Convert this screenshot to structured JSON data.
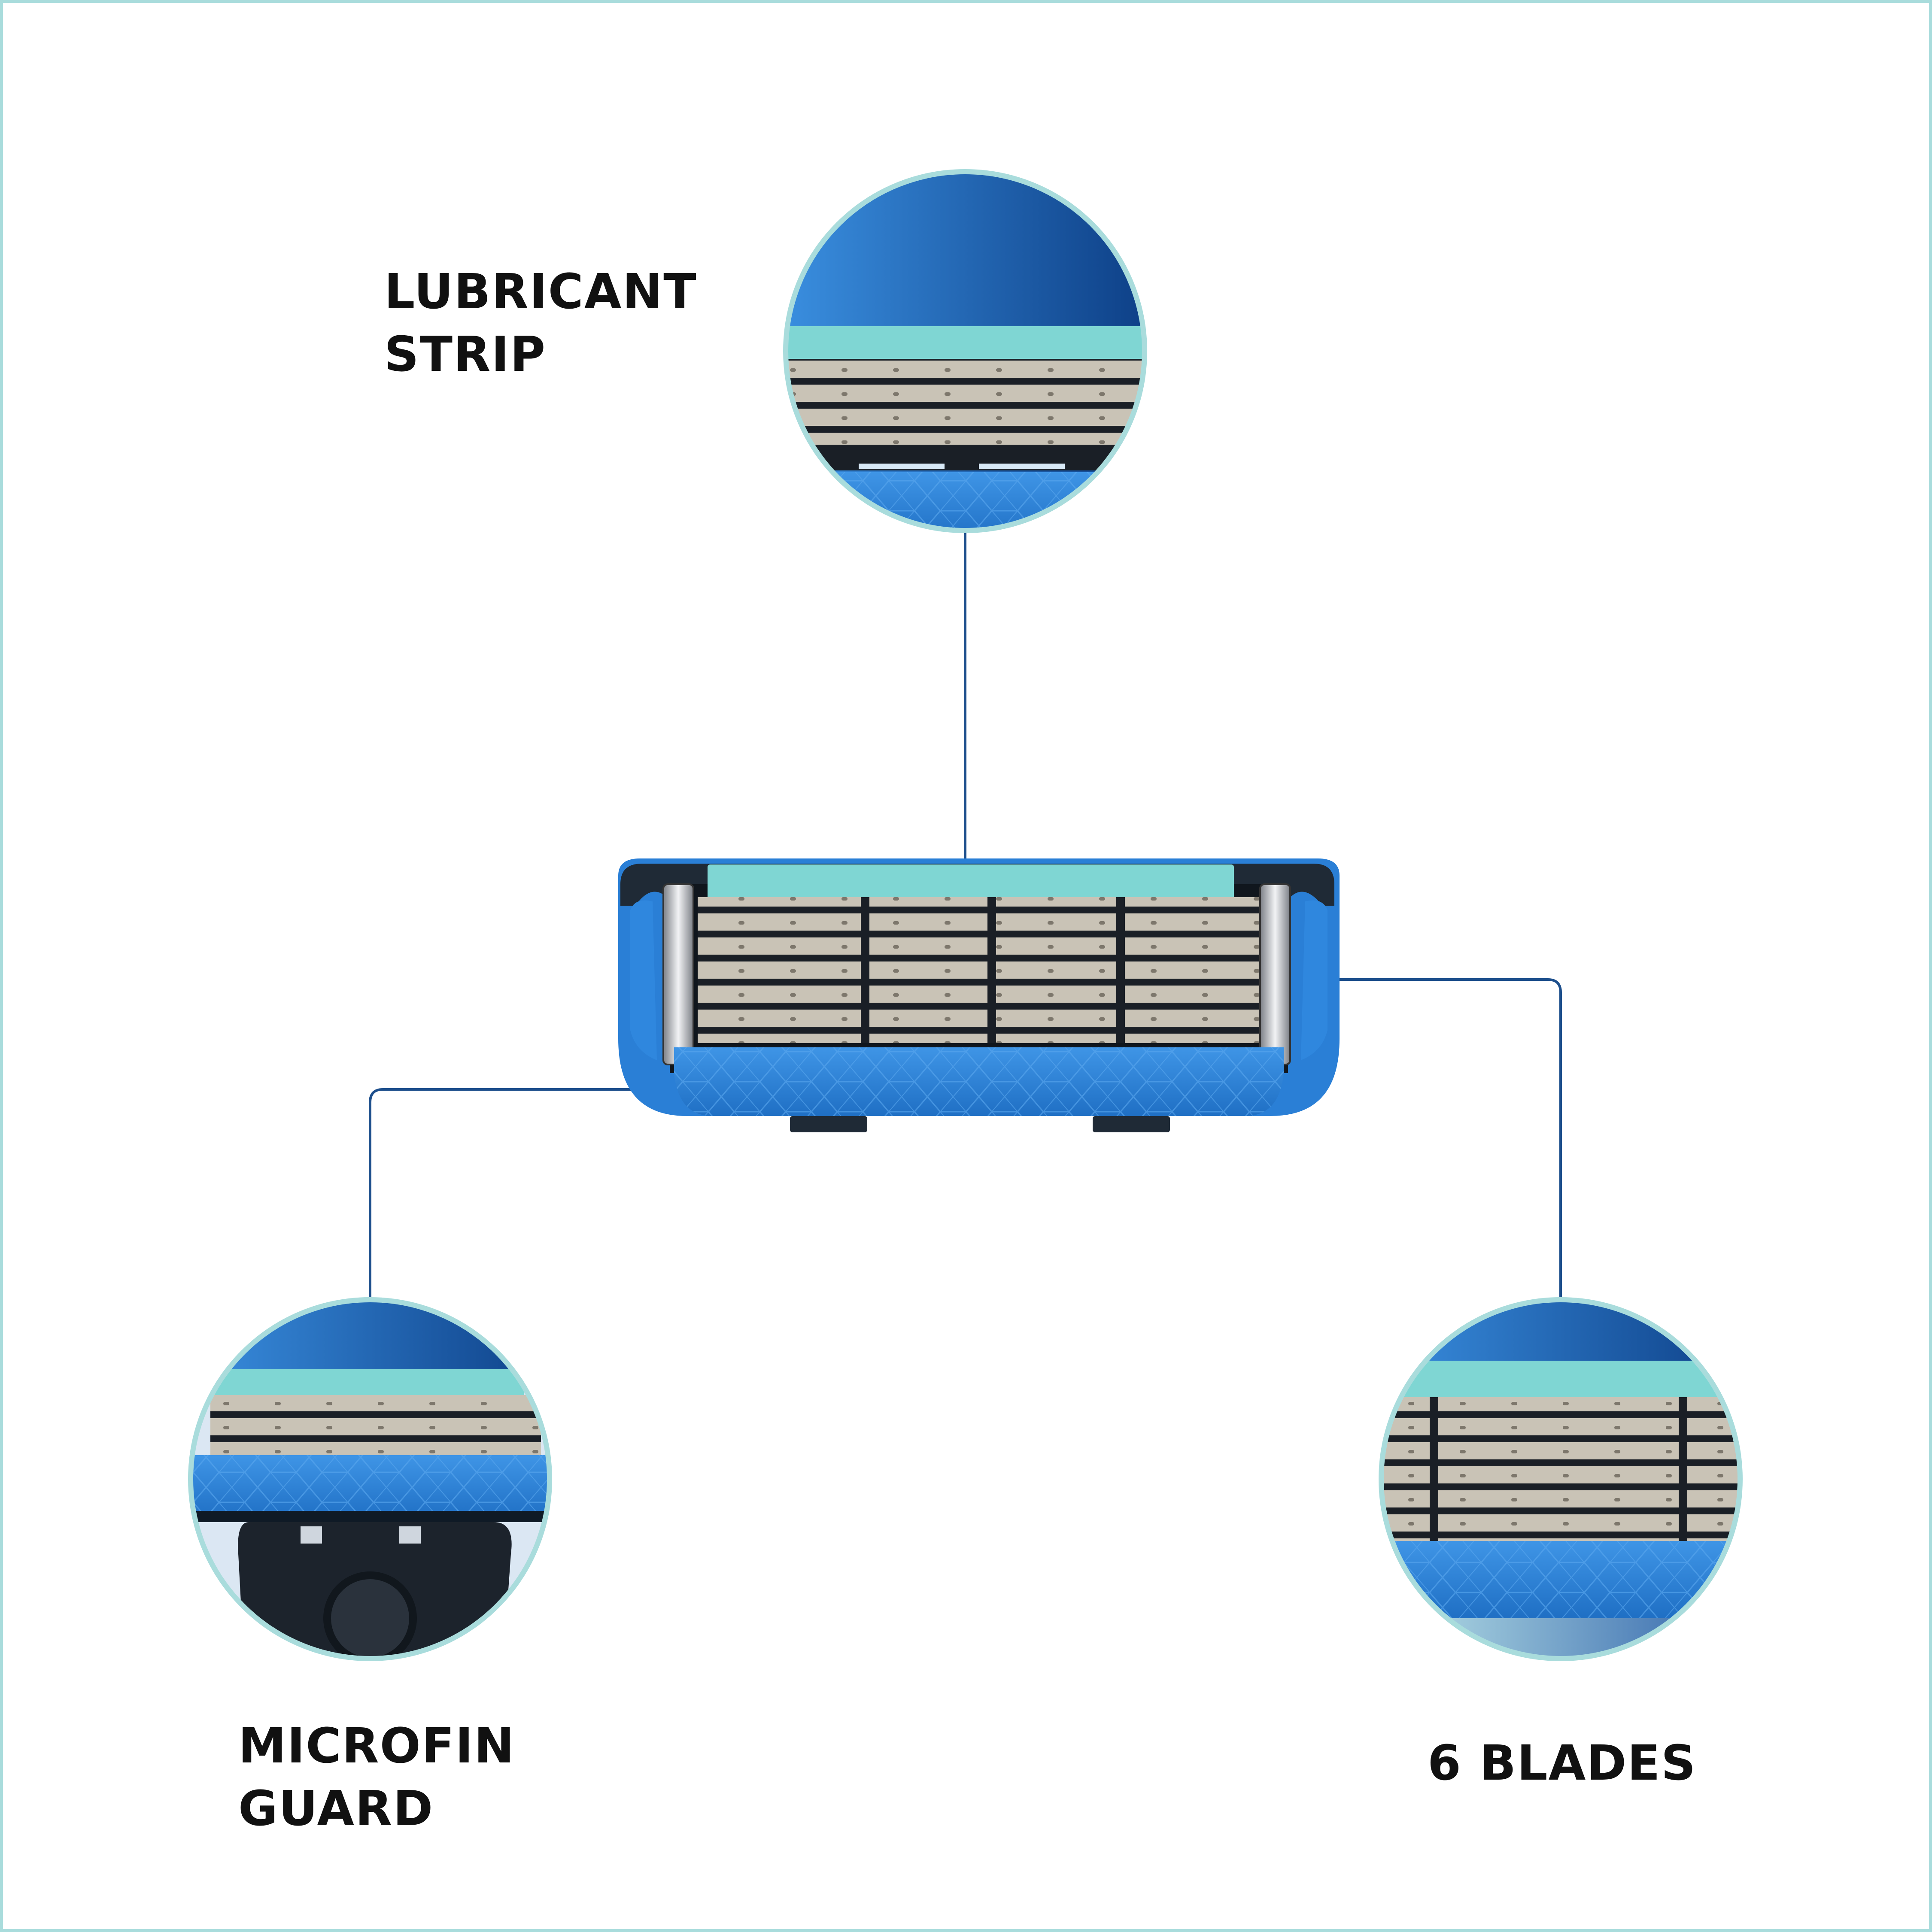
{
  "colors": {
    "accent_teal": "#7fd6d3",
    "frame_teal": "#a9dcdc",
    "guard_blue": "#3a8fe0",
    "deep_blue": "#0d3f86",
    "leader_line": "#1d4f8c",
    "housing_dark": "#1f2a36",
    "blade_steel": "#c9c3b6"
  },
  "callouts": [
    {
      "id": "lubricant",
      "lines": [
        "LUBRICANT",
        "STRIP"
      ]
    },
    {
      "id": "microfin",
      "lines": [
        "MICROFIN",
        "GUARD"
      ]
    },
    {
      "id": "blades",
      "lines": [
        "6 BLADES"
      ]
    }
  ],
  "blade_count": 6
}
